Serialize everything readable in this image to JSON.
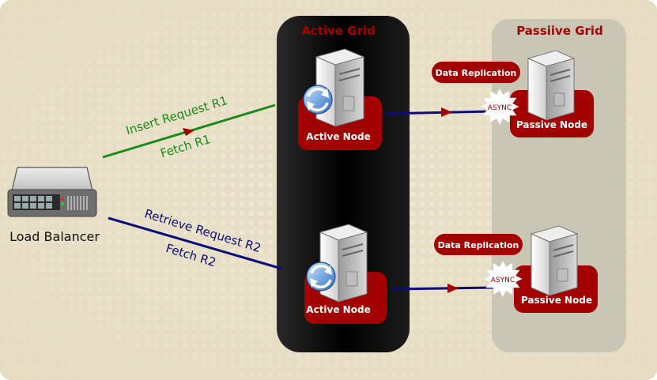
{
  "colors": {
    "background": "#e8dfc8",
    "dots": "#f2ecdc",
    "active_panel": "#111111",
    "passive_panel": "#c9c6b6",
    "accent_red": "#a30000",
    "title_red": "#a30000",
    "green": "#1a8a1a",
    "navy": "#0d0d7a"
  },
  "load_balancer": {
    "label": "Load Balancer",
    "icon": "network-switch-icon"
  },
  "active_grid": {
    "title": "Active Grid"
  },
  "passive_grid": {
    "title": "Passiive Grid"
  },
  "flows": {
    "top": {
      "line1": "Insert Request R1",
      "line2": "Fetch R1"
    },
    "bottom": {
      "line1": "Retrieve Request R2",
      "line2": "Fetch R2"
    }
  },
  "nodes": {
    "active_top": {
      "label": "Active Node",
      "icon": "server-with-sync-icon"
    },
    "active_bottom": {
      "label": "Active Node",
      "icon": "server-with-sync-icon"
    },
    "passive_top": {
      "label": "Passive Node",
      "icon": "server-icon"
    },
    "passive_bottom": {
      "label": "Passive Node",
      "icon": "server-icon"
    }
  },
  "replication": {
    "top": {
      "label": "Data Replication",
      "mode": "ASYNC"
    },
    "bottom": {
      "label": "Data Replication",
      "mode": "ASYNC"
    }
  }
}
